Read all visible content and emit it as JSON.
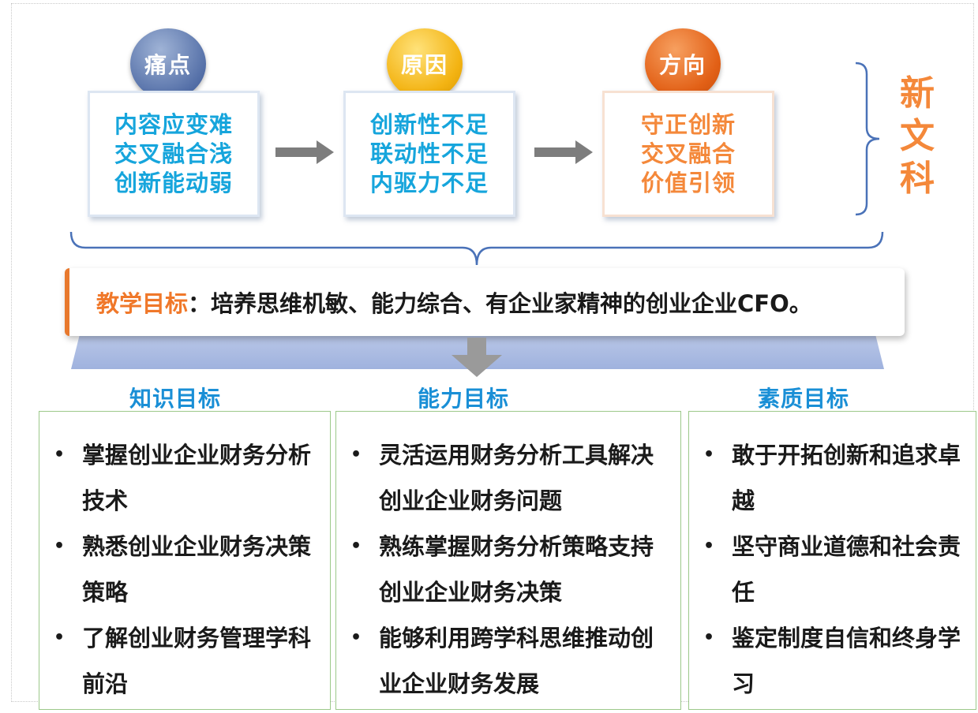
{
  "pain_points": {
    "circle": "痛点",
    "lines": [
      "内容应变难",
      "交叉融合浅",
      "创新能动弱"
    ]
  },
  "causes": {
    "circle": "原因",
    "lines": [
      "创新性不足",
      "联动性不足",
      "内驱力不足"
    ]
  },
  "direction": {
    "circle": "方向",
    "lines": [
      "守正创新",
      "交叉融合",
      "价值引领"
    ]
  },
  "side_label": [
    "新",
    "文",
    "科"
  ],
  "teaching_goal": {
    "label": "教学目标",
    "text": "：培养思维机敏、能力综合、有企业家精神的创业企业CFO。"
  },
  "goals": [
    {
      "title": "知识目标",
      "items": [
        "掌握创业企业财务分析技术",
        "熟悉创业企业财务决策策略",
        "了解创业财务管理学科前沿"
      ]
    },
    {
      "title": "能力目标",
      "items": [
        "灵活运用财务分析工具解决创业企业财务问题",
        "熟练掌握财务分析策略支持创业企业财务决策",
        "能够利用跨学科思维推动创业企业财务发展"
      ]
    },
    {
      "title": "素质目标",
      "items": [
        "敢于开拓创新和追求卓越",
        "坚守商业道德和社会责任",
        "鉴定制度自信和终身学习"
      ]
    }
  ],
  "colors": {
    "blue_text": "#16a5dc",
    "orange_text": "#f4883a",
    "goal_title": "#1a8fd6",
    "border_green": "#9cc98a"
  },
  "bullet": "•"
}
